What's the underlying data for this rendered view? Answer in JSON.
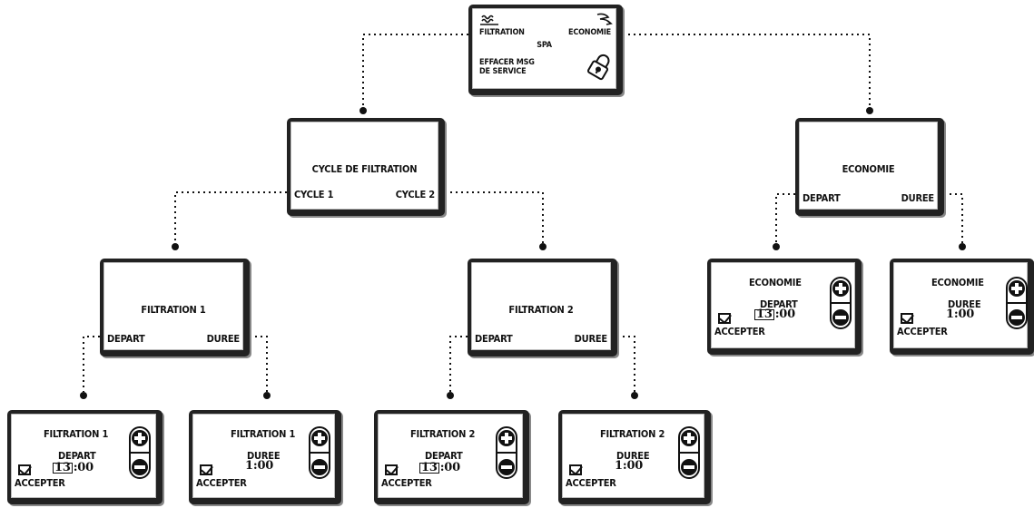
{
  "root": {
    "filtration": "FILTRATION",
    "economie": "ECONOMIE",
    "spa": "SPA",
    "effacer_line1": "EFFACER MSG",
    "effacer_line2": "DE SERVICE"
  },
  "cycle_screen": {
    "title": "CYCLE DE FILTRATION",
    "left": "CYCLE 1",
    "right": "CYCLE 2"
  },
  "economie_screen": {
    "title": "ECONOMIE",
    "left": "DEPART",
    "right": "DUREE"
  },
  "filtration1_screen": {
    "title": "FILTRATION 1",
    "left": "DEPART",
    "right": "DUREE"
  },
  "filtration2_screen": {
    "title": "FILTRATION 2",
    "left": "DEPART",
    "right": "DUREE"
  },
  "leaves": {
    "f1_depart": {
      "title": "FILTRATION 1",
      "label": "DEPART",
      "time_hl": "13",
      "time_rest": ":00",
      "accept": "ACCEPTER"
    },
    "f1_duree": {
      "title": "FILTRATION 1",
      "label": "DUREE",
      "time": "1:00",
      "accept": "ACCEPTER"
    },
    "f2_depart": {
      "title": "FILTRATION 2",
      "label": "DEPART",
      "time_hl": "13",
      "time_rest": ":00",
      "accept": "ACCEPTER"
    },
    "f2_duree": {
      "title": "FILTRATION 2",
      "label": "DUREE",
      "time": "1:00",
      "accept": "ACCEPTER"
    },
    "eco_depart": {
      "title": "ECONOMIE",
      "label": "DEPART",
      "time_hl": "13",
      "time_rest": ":00",
      "accept": "ACCEPTER"
    },
    "eco_duree": {
      "title": "ECONOMIE",
      "label": "DUREE",
      "time": "1:00",
      "accept": "ACCEPTER"
    }
  }
}
